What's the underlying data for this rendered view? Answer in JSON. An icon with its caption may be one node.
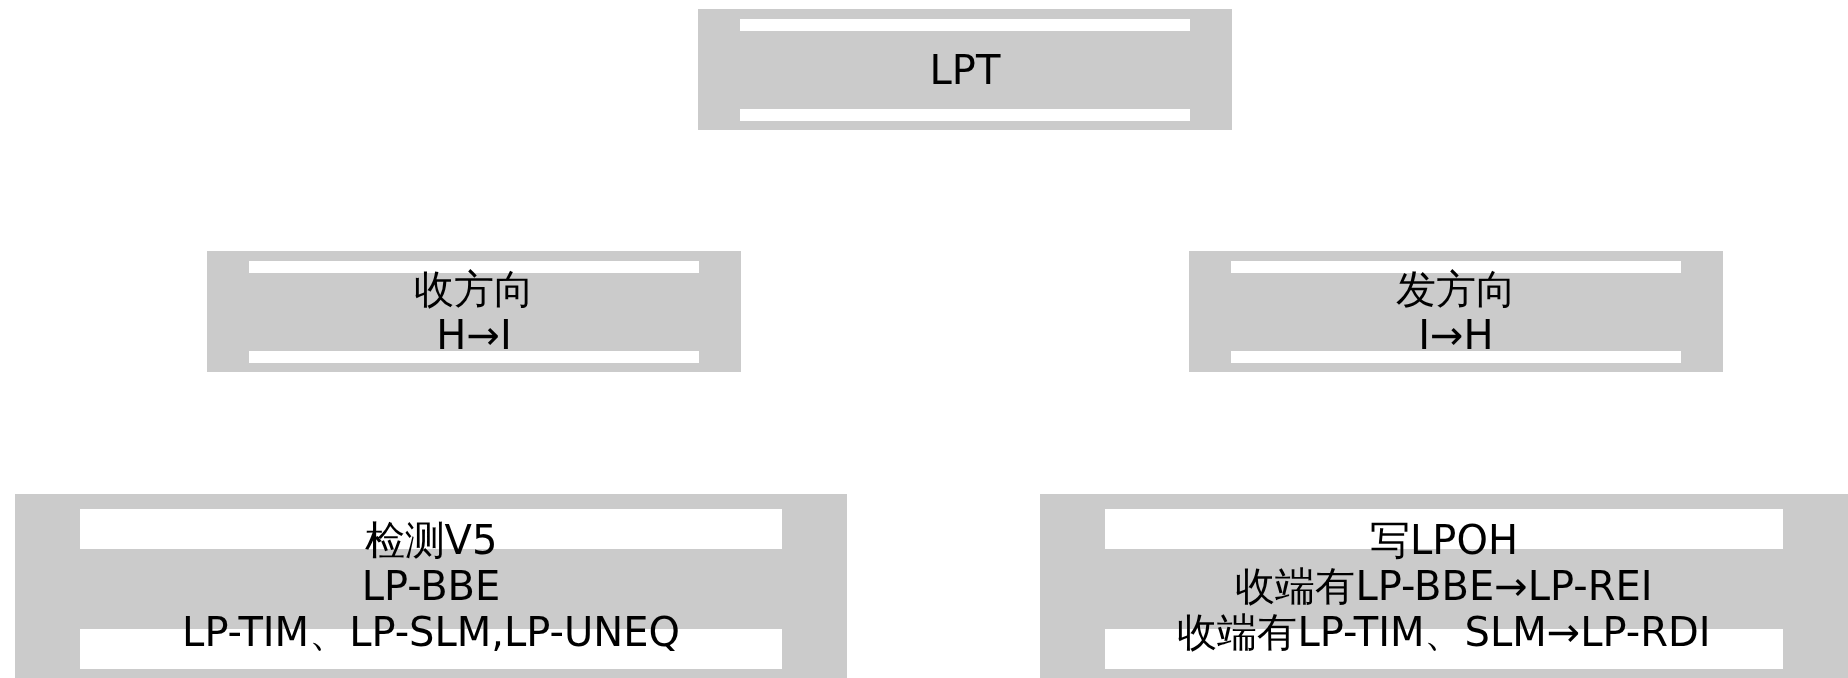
{
  "diagram": {
    "nodes": [
      {
        "text": [
          "LPT"
        ]
      },
      {
        "text": [
          "收方向",
          "H→I"
        ]
      },
      {
        "text": [
          "发方向",
          "I→H"
        ]
      },
      {
        "text": [
          "检测V5",
          "LP-BBE",
          "LP-TIM、LP-SLM,LP-UNEQ"
        ]
      },
      {
        "text": [
          "写LPOH",
          "收端有LP-BBE→LP-REI",
          "收端有LP-TIM、SLM→LP-RDI"
        ]
      }
    ]
  }
}
